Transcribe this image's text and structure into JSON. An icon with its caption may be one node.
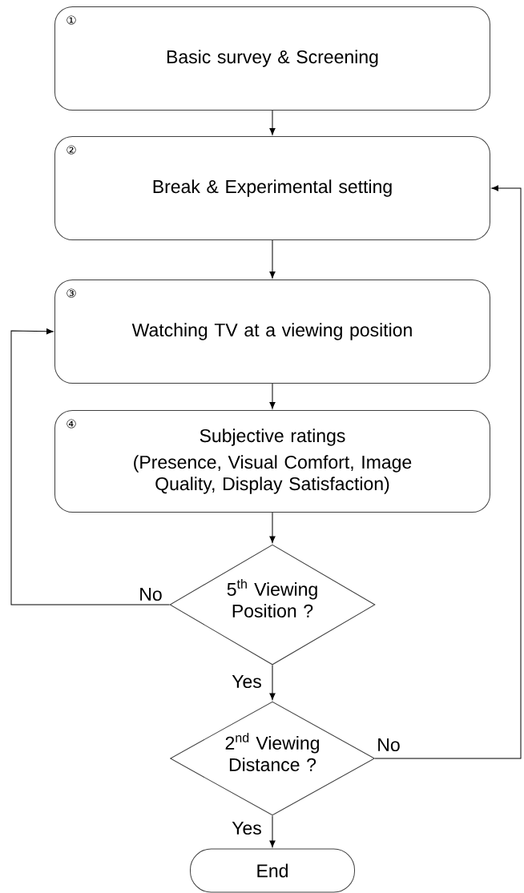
{
  "diagram": {
    "nodes": [
      {
        "text": [
          "①",
          "Basic survey & Screening"
        ]
      },
      {
        "text": [
          "②",
          "Break & Experimental setting"
        ]
      },
      {
        "text": [
          "③",
          "Watching TV at a viewing position"
        ]
      },
      {
        "text": [
          "④",
          "Subjective ratings",
          "(Presence, Visual Comfort, Image Quality, Display Satisfaction)"
        ]
      },
      {
        "text": [
          "5$^{th}$ Viewing Position ?"
        ]
      },
      {
        "text": [
          "2$^{nd}$ Viewing Distance ?"
        ]
      },
      {
        "text": [
          "End"
        ]
      }
    ],
    "edges": [
      {
        "from": 0,
        "to": 1,
        "arrow": "to"
      },
      {
        "from": 1,
        "to": 2,
        "arrow": "to"
      },
      {
        "from": 2,
        "to": 3,
        "arrow": "to"
      },
      {
        "from": 3,
        "to": 4,
        "arrow": "to"
      },
      {
        "from": 4,
        "to": 2,
        "arrow": "to",
        "label": "No"
      },
      {
        "from": 4,
        "to": 5,
        "arrow": "to",
        "label": "Yes"
      },
      {
        "from": 5,
        "to": 1,
        "arrow": "to",
        "label": "No"
      },
      {
        "from": 5,
        "to": 6,
        "arrow": "to",
        "label": "Yes"
      }
    ]
  }
}
